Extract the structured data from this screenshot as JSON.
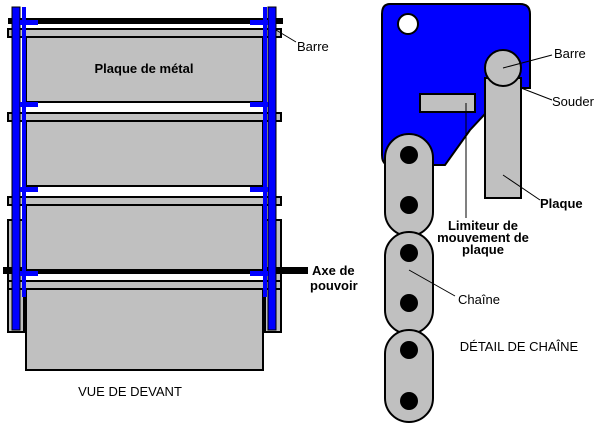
{
  "labels": {
    "barre_left": "Barre",
    "plaque_metal": "Plaque de métal",
    "axe_line1": "Axe de",
    "axe_line2": "pouvoir",
    "vue_devant": "VUE DE DEVANT",
    "barre_right": "Barre",
    "souder": "Souder",
    "plaque": "Plaque",
    "limiteur_line1": "Limiteur de",
    "limiteur_line2": "mouvement de",
    "limiteur_line3": "plaque",
    "chaine": "Chaîne",
    "detail_chaine": "DÉTAIL DE CHAÎNE"
  },
  "colors": {
    "blue": "#0000ff",
    "plate_gray": "#c0c0c0",
    "outline": "#000000"
  }
}
